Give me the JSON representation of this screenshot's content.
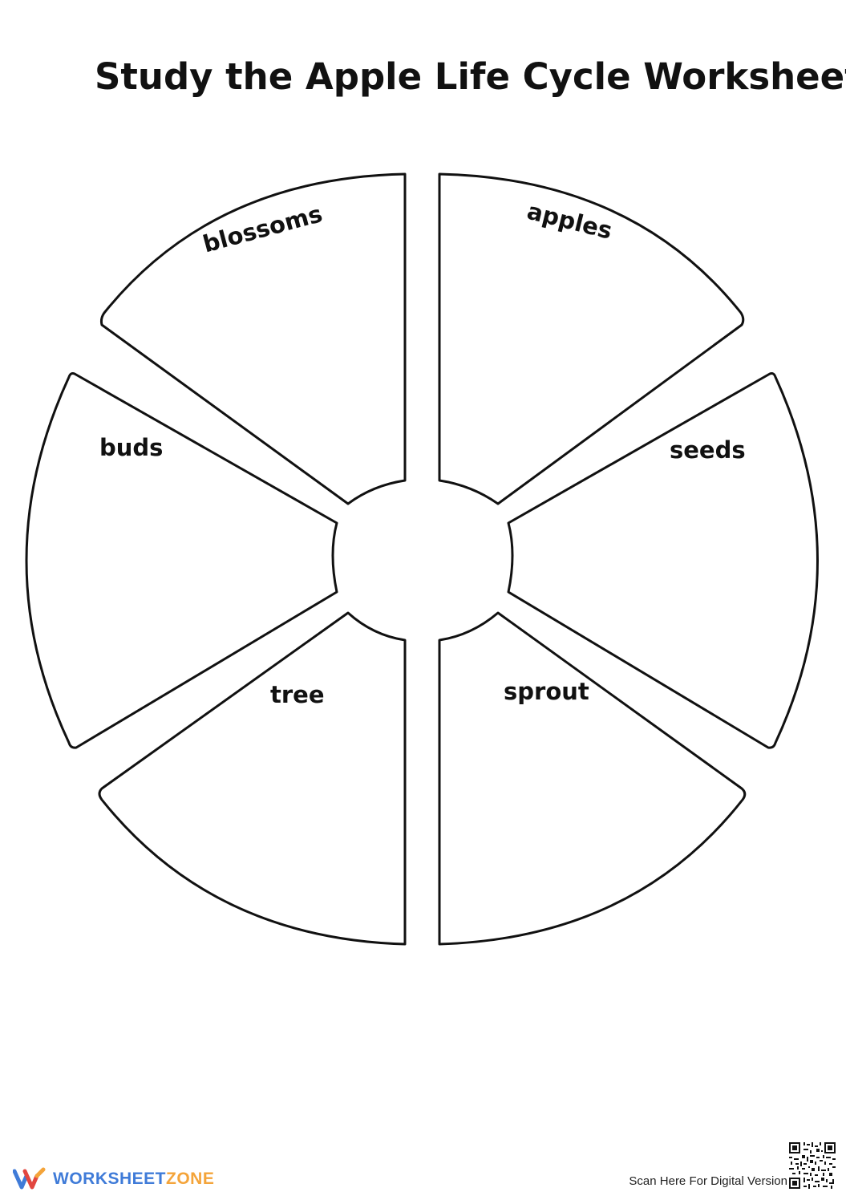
{
  "title": "Study the Apple Life Cycle Worksheet",
  "stages": {
    "blossoms": "blossoms",
    "apples": "apples",
    "buds": "buds",
    "seeds": "seeds",
    "tree": "tree",
    "sprout": "sprout"
  },
  "footer": {
    "brand_part_a": "WORKSHEET",
    "brand_part_b": "ZONE",
    "scan_text": "Scan Here For Digital Version"
  },
  "colors": {
    "brand_blue": "#3f7bd8",
    "brand_orange": "#f4a43a",
    "outline": "#111111"
  },
  "icons": {
    "logo": "worksheetzone-logo-icon",
    "qr": "qr-code-icon"
  }
}
